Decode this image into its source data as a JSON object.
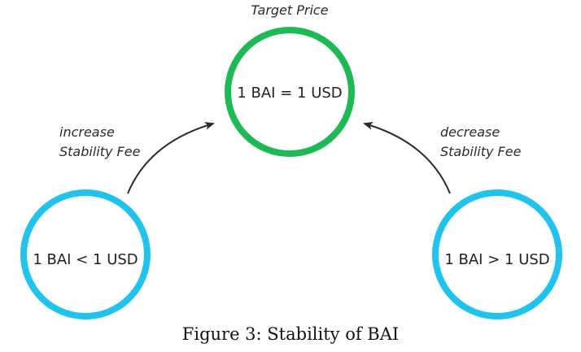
{
  "diagram": {
    "top_label": "Target Price",
    "nodes": {
      "target": {
        "text": "1 BAI = 1 USD",
        "color": "#1db954"
      },
      "below": {
        "text": "1 BAI < 1 USD",
        "color": "#1fc3ec"
      },
      "above": {
        "text": "1 BAI > 1 USD",
        "color": "#1fc3ec"
      }
    },
    "left_arrow_label": {
      "line1": "increase",
      "line2": "Stability Fee"
    },
    "right_arrow_label": {
      "line1": "decrease",
      "line2": "Stability Fee"
    },
    "arrow_color": "#2b2b2b",
    "caption": "Figure 3: Stability of BAI"
  }
}
